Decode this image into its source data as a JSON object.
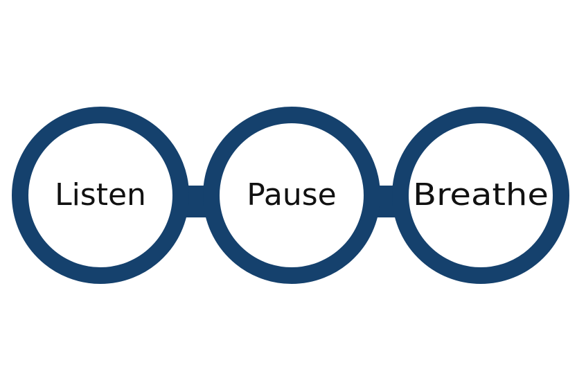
{
  "colors": {
    "ring": "#15416d",
    "fill": "#ffffff",
    "text": "#111111"
  },
  "nodes": [
    {
      "label": "Listen"
    },
    {
      "label": "Pause"
    },
    {
      "label": "Breathe"
    }
  ]
}
